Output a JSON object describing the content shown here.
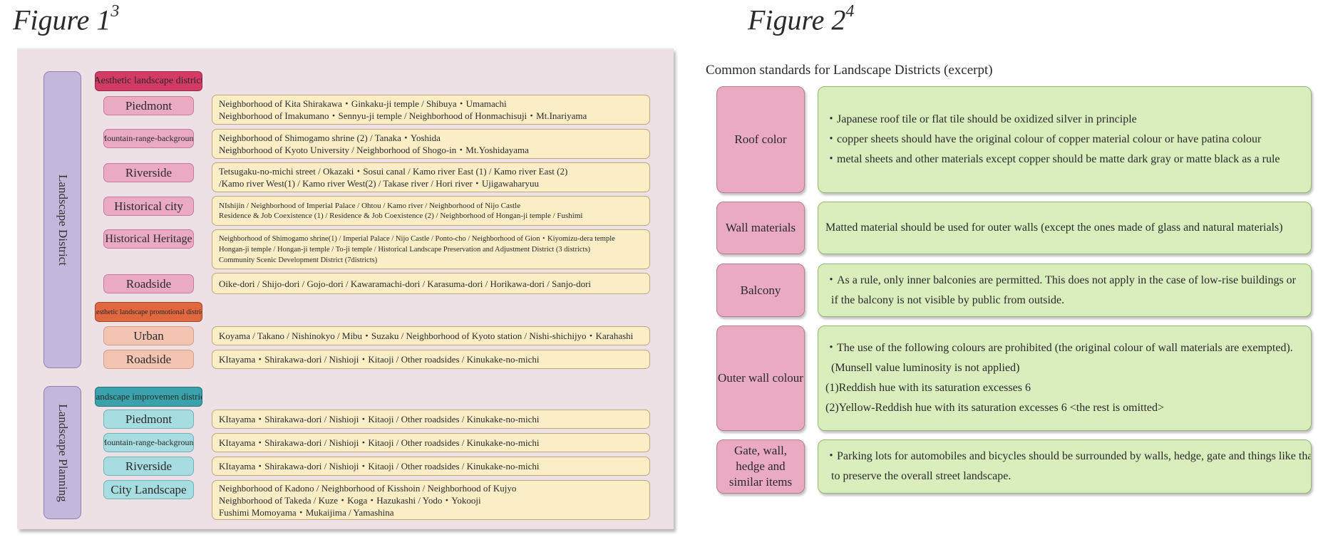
{
  "figure1": {
    "title": "Figure 1",
    "sup": "3",
    "groups": [
      {
        "label": "Landscape District"
      },
      {
        "label": "Landscape Planning"
      }
    ],
    "district_titles": [
      {
        "label": "Aesthetic landscape district",
        "color": "#d33a64"
      },
      {
        "label": "Aesthetic landscape promotional district",
        "color": "#e0673e"
      },
      {
        "label": "Landscape improvemen district",
        "color": "#3aa2aa"
      }
    ],
    "rows": [
      {
        "category": "Piedmont",
        "lines": [
          "Neighborhood of Kita Shirakawa・Ginkaku-ji temple / Shibuya・Umamachi",
          "Neighborhood of Imakumano・Sennyu-ji temple / Neighborhood of Honmachisuji・Mt.Inariyama"
        ]
      },
      {
        "category": "Mountain-range-background",
        "lines": [
          "Neighborhood of Shimogamo shrine (2) / Tanaka・Yoshida",
          "Neighborhood of Kyoto University / Neighborhood of Shogo-in・Mt.Yoshidayama"
        ]
      },
      {
        "category": "Riverside",
        "lines": [
          "Tetsugaku-no-michi street / Okazaki・Sosui canal / Kamo river East (1) / Kamo river East (2)",
          "/Kamo river West(1) / Kamo river West(2) / Takase river / Hori river・Ujigawaharyuu"
        ]
      },
      {
        "category": "Historical city",
        "lines": [
          "NIshijin / Neighborhood of Imperial Palace / Ohtou / Kamo river / Neighborhood of Nijo Castle",
          "Residence & Job Coexistence (1) / Residence & Job Coexistence (2) / Neighborhood of Hongan-ji temple / Fushimi"
        ]
      },
      {
        "category": "Historical Heritage",
        "lines": [
          "Neighborhood of Shimogamo shrine(1) / Imperial Palace / Nijo Castle / Ponto-cho / Neighborhood of Gion・Kiyomizu-dera temple",
          "Hongan-ji temple / Hongan-ji temple / To-ji temple / Historical Landscape Preservation and Adjustment District (3 districts)",
          "Community Scenic Development District (7districts)"
        ]
      },
      {
        "category": "Roadside",
        "lines": [
          "Oike-dori / Shijo-dori / Gojo-dori / Kawaramachi-dori / Karasuma-dori / Horikawa-dori / Sanjo-dori"
        ]
      },
      {
        "category": "Urban",
        "lines": [
          "Koyama / Takano / Nishinokyo / Mibu・Suzaku / Neighborhood of Kyoto station / Nishi-shichijyo・Karahashi"
        ]
      },
      {
        "category": "Roadside",
        "lines": [
          "KItayama・Shirakawa-dori / Nishioji・Kitaoji / Other roadsides / Kinukake-no-michi"
        ]
      },
      {
        "category": "Piedmont",
        "lines": [
          "KItayama・Shirakawa-dori / Nishioji・Kitaoji / Other roadsides / Kinukake-no-michi"
        ]
      },
      {
        "category": "Mountain-range-background",
        "lines": [
          "KItayama・Shirakawa-dori / Nishioji・Kitaoji / Other roadsides / Kinukake-no-michi"
        ]
      },
      {
        "category": "Riverside",
        "lines": [
          "KItayama・Shirakawa-dori / Nishioji・Kitaoji / Other roadsides / Kinukake-no-michi"
        ]
      },
      {
        "category": "City Landscape",
        "lines": [
          "Neighborhood of Kadono / Neighborhood of Kisshoin / Neighborhood of Kujyo",
          "Neighborhood of Takeda / Kuze・Koga・Hazukashi / Yodo・Yokooji",
          "Fushimi Momoyama・Mukaijima / Yamashina"
        ]
      }
    ]
  },
  "figure2": {
    "title": "Figure 2",
    "sup": "4",
    "subtitle": "Common standards for Landscape Districts (excerpt)",
    "rows": [
      {
        "label": "Roof color",
        "lines": [
          "・Japanese roof tile or flat tile should be oxidized silver in principle",
          "・copper sheets should have the original colour of copper material colour or have patina colour",
          "・metal sheets and other materials except copper should be matte dark gray or matte black as a rule"
        ]
      },
      {
        "label": "Wall materials",
        "lines": [
          "Matted material should be used for outer walls (except the ones made of glass and natural materials)"
        ]
      },
      {
        "label": "Balcony",
        "lines": [
          "・As a rule, only inner balconies are permitted. This does not apply in the case of low-rise buildings or",
          "  if the balcony is not visible by public from outside."
        ]
      },
      {
        "label": "Outer wall colour",
        "lines": [
          "・The use of the following colours are prohibited (the original colour of wall materials are exempted).",
          "  (Munsell value luminosity is not applied)",
          "(1)Reddish hue with its saturation excesses 6",
          "(2)Yellow-Reddish hue with its saturation excesses 6 <the rest is omitted>"
        ]
      },
      {
        "label": "Gate, wall, hedge and similar items",
        "lines": [
          "・Parking lots for automobiles and bicycles should be surrounded by walls, hedge, gate and things like that,",
          "  to preserve the overall street landscape."
        ]
      }
    ]
  }
}
